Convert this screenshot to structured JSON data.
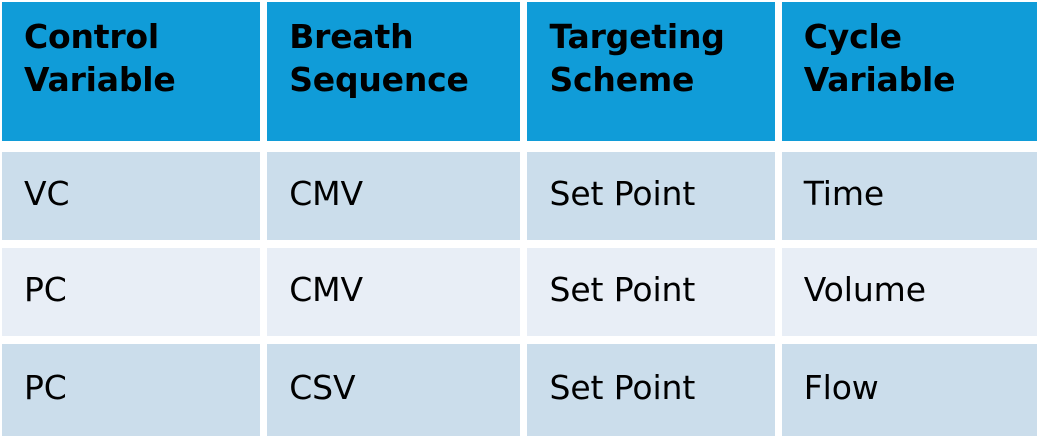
{
  "table": {
    "columns": [
      {
        "id": "control-variable",
        "label": "Control\nVariable"
      },
      {
        "id": "breath-sequence",
        "label": "Breath\nSequence"
      },
      {
        "id": "targeting-scheme",
        "label": "Targeting\nScheme"
      },
      {
        "id": "cycle-variable",
        "label": "Cycle\nVariable"
      }
    ],
    "rows": [
      {
        "band": "dark",
        "control_variable": "VC",
        "breath_sequence": "CMV",
        "targeting_scheme": "Set Point",
        "cycle_variable": "Time"
      },
      {
        "band": "light",
        "control_variable": "PC",
        "breath_sequence": "CMV",
        "targeting_scheme": "Set Point",
        "cycle_variable": "Volume"
      },
      {
        "band": "dark",
        "control_variable": "PC",
        "breath_sequence": "CSV",
        "targeting_scheme": "Set Point",
        "cycle_variable": "Flow"
      }
    ]
  },
  "colors": {
    "header_background": "#109CD8",
    "header_text": "#000000",
    "row_band_dark": "#CBDDEB",
    "row_band_light": "#E8EEF6",
    "body_text": "#000000",
    "page_background": "#FFFFFF"
  }
}
